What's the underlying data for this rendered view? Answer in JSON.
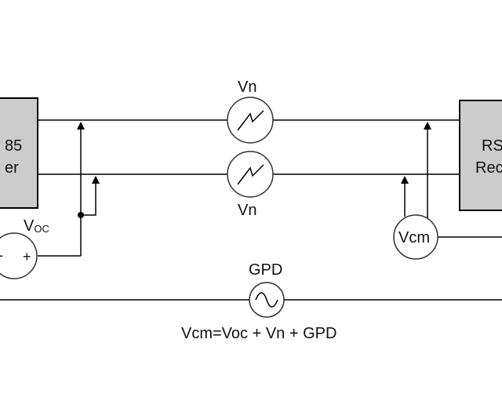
{
  "diagram": {
    "driver_box": {
      "line1": "85",
      "line2": "er"
    },
    "receiver_box": {
      "line1": "RS",
      "line2": "Rec"
    },
    "vn_top_label": "Vn",
    "vn_bottom_label": "Vn",
    "voc_label_main": "V",
    "voc_label_sub": "OC",
    "voc_plus": "+",
    "voc_minus": "-",
    "vcm_label": "Vcm",
    "gpd_label": "GPD",
    "equation": "Vcm=Voc + Vn + GPD"
  },
  "colors": {
    "box_fill": "#cccccc",
    "line": "#000000",
    "source_stroke": "#333333"
  }
}
